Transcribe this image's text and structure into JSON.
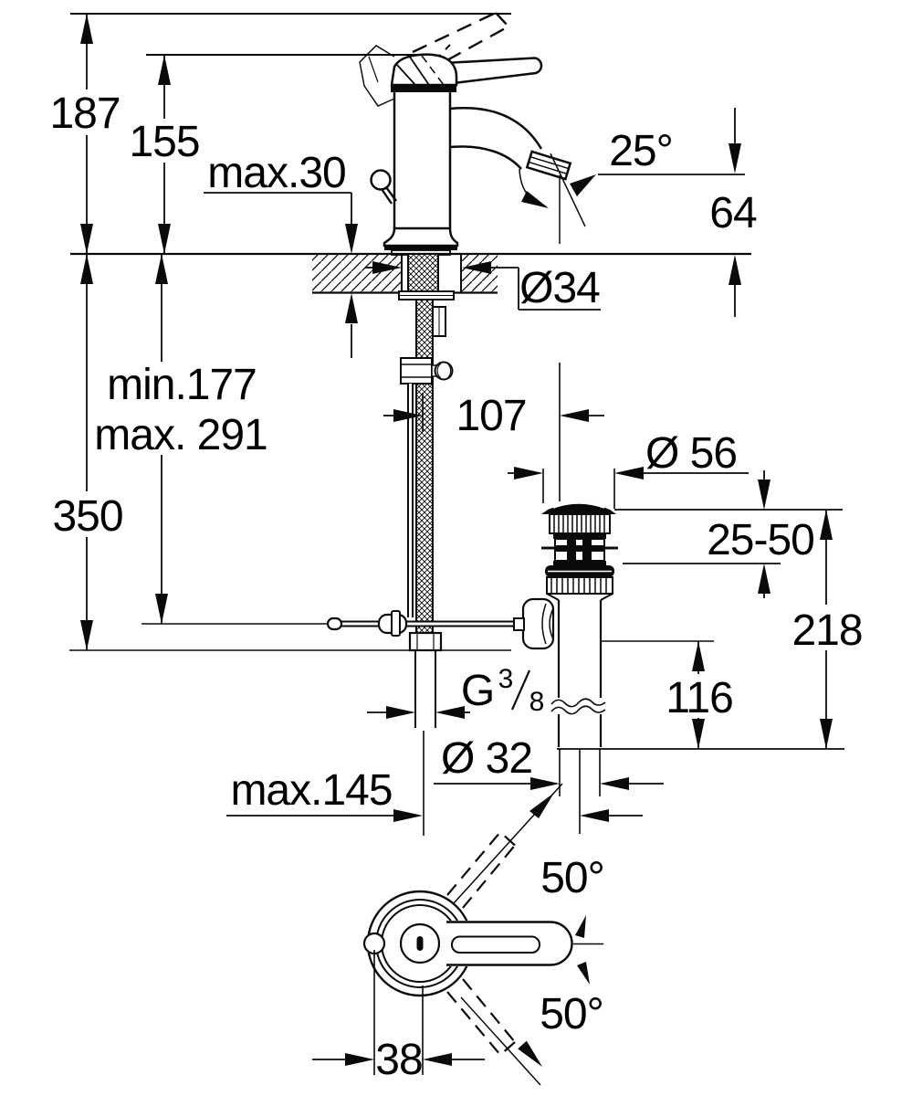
{
  "drawing": {
    "kind": "technical dimension drawing",
    "subject": "single-lever basin mixer with pop-up waste set",
    "units_implied": "mm",
    "dims": {
      "d187": "187",
      "d155": "155",
      "max30": "max.30",
      "a25": "25°",
      "d64": "64",
      "dia34": "Ø34",
      "min177": "min.177",
      "max291": "max. 291",
      "d107": "107",
      "dia56": "Ø 56",
      "r2550": "25-50",
      "d350": "350",
      "d218": "218",
      "d116": "116",
      "g38_g": "G",
      "g38_num": "3",
      "g38_den": "8",
      "dia32": "Ø 32",
      "max145": "max.145",
      "a50top": "50°",
      "a50bot": "50°",
      "d38": "38"
    }
  }
}
